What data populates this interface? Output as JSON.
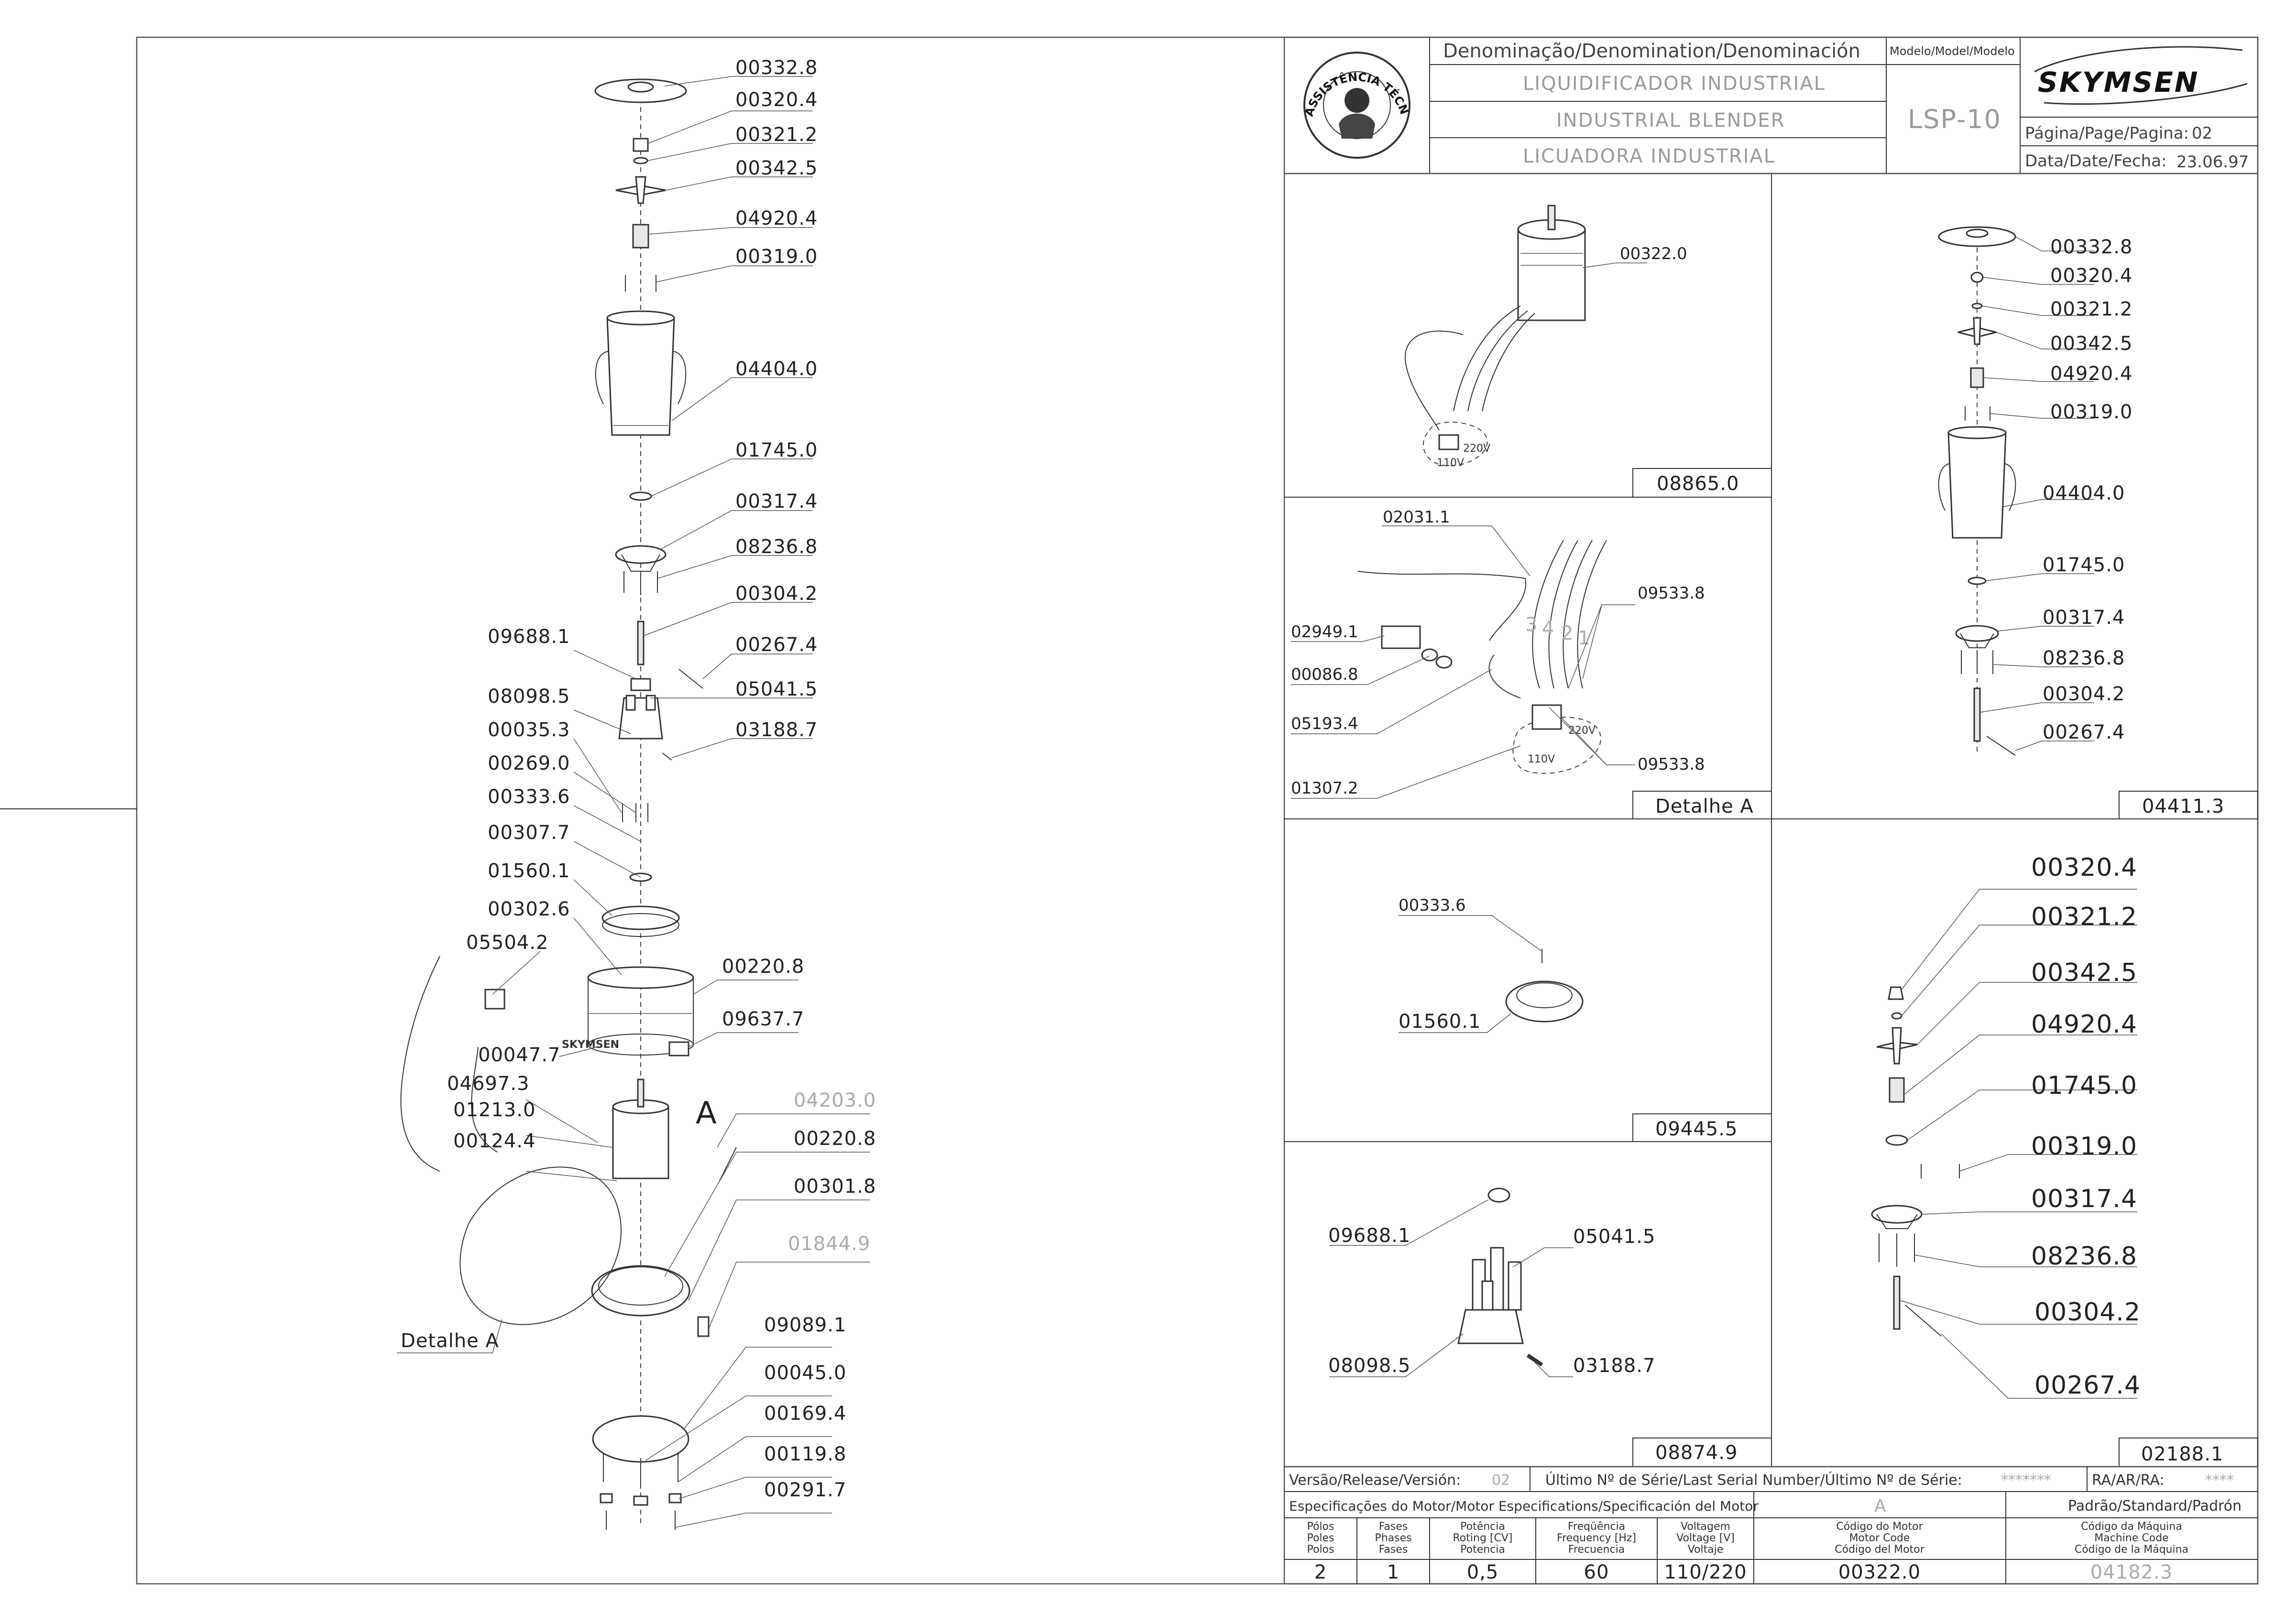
{
  "header": {
    "denomination_label": "Denominação/Denomination/Denominación",
    "names": [
      "LIQUIDIFICADOR INDUSTRIAL",
      "INDUSTRIAL BLENDER",
      "LICUADORA INDUSTRIAL"
    ],
    "model_label": "Modelo/Model/Modelo",
    "model": "LSP-10",
    "brand": "SKYMSEN",
    "page_label": "Página/Page/Pagina:",
    "page": "02",
    "date_label": "Data/Date/Fecha:",
    "date": "23.06.97",
    "seal_text": "ASSISTÊNCIA TÉCNICA AUTORIZADA"
  },
  "main_diagram": {
    "labels": [
      "00332.8",
      "00320.4",
      "00321.2",
      "00342.5",
      "04920.4",
      "00319.0",
      "04404.0",
      "01745.0",
      "00317.4",
      "08236.8",
      "00304.2",
      "09688.1",
      "00267.4",
      "08098.5",
      "05041.5",
      "00035.3",
      "03188.7",
      "00269.0",
      "00333.6",
      "00307.7",
      "01560.1",
      "00302.6",
      "05504.2",
      "00220.8",
      "00047.7",
      "09637.7",
      "04697.3",
      "04203.0",
      "01213.0",
      "00220.8",
      "00124.4",
      "00301.8",
      "01844.9",
      "Detalhe A",
      "09089.1",
      "00045.0",
      "00169.4",
      "00119.8",
      "00291.7"
    ],
    "callout_letter": "A"
  },
  "panels": {
    "motor": {
      "label": "00322.0",
      "code": "08865.0",
      "voltages": [
        "110V",
        "220V"
      ]
    },
    "detail_a": {
      "labels": [
        "02031.1",
        "09533.8",
        "02949.1",
        "00086.8",
        "05193.4",
        "09533.8",
        "01307.2"
      ],
      "numbers": [
        "3",
        "4",
        "2",
        "1"
      ],
      "voltages": [
        "110V",
        "220V"
      ],
      "title": "Detalhe A"
    },
    "cup_assembly": {
      "labels": [
        "00332.8",
        "00320.4",
        "00321.2",
        "00342.5",
        "04920.4",
        "00319.0",
        "04404.0",
        "01745.0",
        "00317.4",
        "08236.8",
        "00304.2",
        "00267.4"
      ],
      "code": "04411.3"
    },
    "coupling": {
      "labels": [
        "00333.6",
        "01560.1"
      ],
      "code": "09445.5"
    },
    "blade_assembly": {
      "labels": [
        "00320.4",
        "00321.2",
        "00342.5",
        "04920.4",
        "01745.0",
        "00319.0",
        "00317.4",
        "08236.8",
        "00304.2",
        "00267.4"
      ],
      "code": "02188.1"
    },
    "connector": {
      "labels": [
        "09688.1",
        "05041.5",
        "08098.5",
        "03188.7"
      ],
      "code": "08874.9"
    }
  },
  "footer": {
    "version_label": "Versão/Release/Versión:",
    "version": "02",
    "serial_label": "Último Nº de Série/Last Serial Number/Último Nº de Série:",
    "serial": "*******",
    "ra_label": "RA/AR/RA:",
    "ra": "****",
    "spec_title": "Especificações do Motor/Motor Especifications/Specificación del Motor",
    "motor_letter": "A",
    "standard_label": "Padrão/Standard/Padrón",
    "columns": [
      {
        "h": [
          "Pólos",
          "Poles",
          "Polos"
        ],
        "v": "2"
      },
      {
        "h": [
          "Fases",
          "Phases",
          "Fases"
        ],
        "v": "1"
      },
      {
        "h": [
          "Potência",
          "Roting [CV]",
          "Potencia"
        ],
        "v": "0,5"
      },
      {
        "h": [
          "Freqüência",
          "Frequency [Hz]",
          "Frecuencia"
        ],
        "v": "60"
      },
      {
        "h": [
          "Voltagem",
          "Voltage [V]",
          "Voltaje"
        ],
        "v": "110/220"
      },
      {
        "h": [
          "Código do Motor",
          "Motor Code",
          "Código del Motor"
        ],
        "v": "00322.0"
      },
      {
        "h": [
          "Código da Máquina",
          "Machine Code",
          "Código de la Máquina"
        ],
        "v": "04182.3"
      }
    ]
  }
}
